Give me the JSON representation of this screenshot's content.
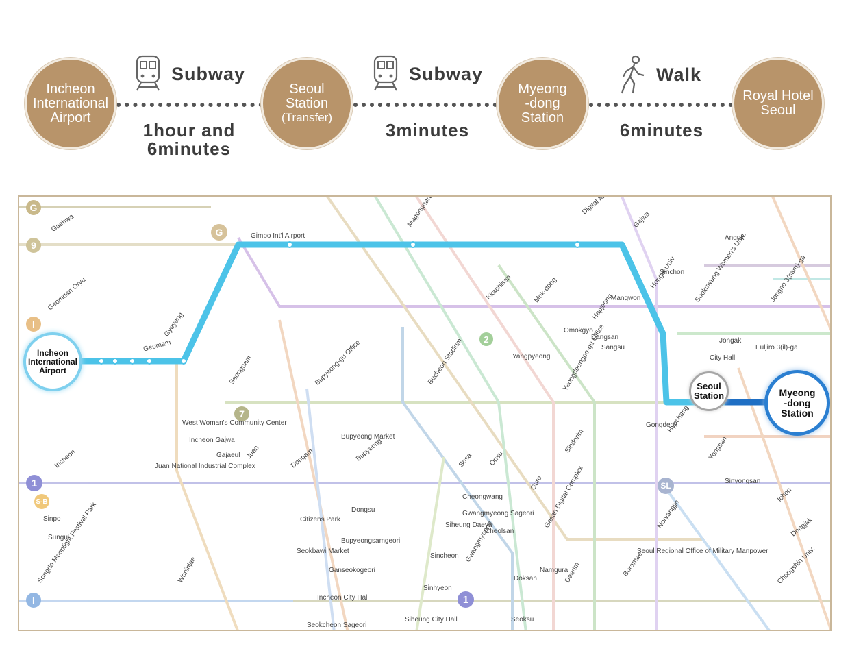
{
  "route": {
    "nodes": [
      {
        "label": "Incheon\nInternational\nAirport",
        "sub": ""
      },
      {
        "label": "Seoul\nStation",
        "sub": "(Transfer)"
      },
      {
        "label": "Myeong\n-dong\nStation",
        "sub": ""
      },
      {
        "label": "Royal Hotel\nSeoul",
        "sub": ""
      }
    ],
    "legs": [
      {
        "mode": "Subway",
        "icon": "subway-train-icon",
        "duration": "1hour and\n6minutes"
      },
      {
        "mode": "Subway",
        "icon": "subway-train-icon",
        "duration": "3minutes"
      },
      {
        "mode": "Walk",
        "icon": "walking-person-icon",
        "duration": "6minutes"
      }
    ]
  },
  "map": {
    "highlight_color": "#4cc3e8",
    "endpoints": {
      "start": "Incheon\nInternational\nAirport",
      "transfer": "Seoul\nStation",
      "end": "Myeong\n-dong\nStation"
    },
    "line_badges": [
      "G",
      "9",
      "I",
      "1",
      "2",
      "7",
      "SL",
      "I",
      "G",
      "1",
      "S-B"
    ],
    "station_labels": [
      "Gimpo Int'l Airport",
      "Magongnaru",
      "Digital Media City",
      "Gajwa",
      "Hongik Univ.",
      "Gyeyang",
      "Geomam",
      "Geomdan Oryu",
      "Gaehwa",
      "Incheon",
      "Bupyeong",
      "Juan",
      "Dongam",
      "Sosa",
      "Onsu",
      "Sindorim",
      "Gongdeok",
      "Hyochang",
      "Yongsan",
      "Sinchon",
      "City Hall",
      "Euljiro 3(il)-ga",
      "Jongno 3(sam)-ga",
      "Anguk",
      "Dangsan",
      "Hapjeong",
      "Seongnam",
      "Bupyeong-gu Office",
      "Bucheon Stadium",
      "Kkachisan",
      "Mok-dong",
      "Omokgyo",
      "Yangpyeong",
      "Yeongdeungpo-gu Office",
      "Daerim",
      "Boramae",
      "Noryangjin",
      "Ichon",
      "Dongjak",
      "Chongshin Univ.",
      "Gasan Digital Complex",
      "Guro",
      "Gwangmyeong",
      "Sinpo",
      "Sungui",
      "Songdo Moonlight Festival Park",
      "Woninjae",
      "Incheon City Hall",
      "Juan National Industrial Complex",
      "West Woman's Community Center",
      "Incheon Gajwa",
      "Gajaeul",
      "Bupyeong Market",
      "Dongsu",
      "Citizens Park",
      "Seokbawi Market",
      "Bupyeongsamgeori",
      "Ganseokogeori",
      "Seokcheon Sageori",
      "Cheongwang",
      "Gwangmyeong Sageori",
      "Cheolsan",
      "Siheung Daeya",
      "Sincheon",
      "Sinhyeon",
      "Siheung City Hall",
      "Namgura",
      "Doksan",
      "Seoksu",
      "Sangsu",
      "Mangwon",
      "Jongak",
      "Sinyongsan",
      "Sookmyung Women's Univ.",
      "Seoul Regional Office of Military Manpower"
    ]
  }
}
